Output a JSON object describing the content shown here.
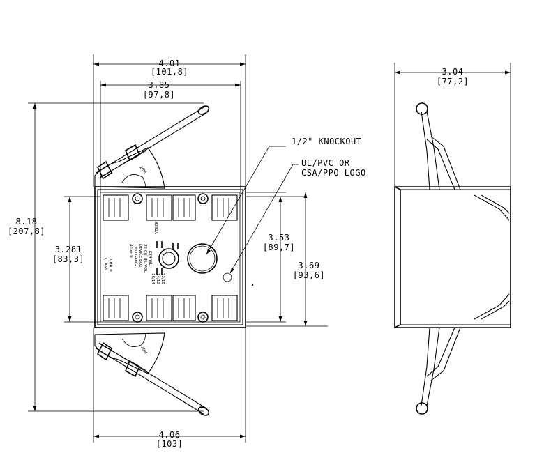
{
  "dimensions": {
    "top_outer": {
      "in": "4.01",
      "mm": "[101,8]"
    },
    "top_inner": {
      "in": "3.85",
      "mm": "[97,8]"
    },
    "overall_height": {
      "in": "8.18",
      "mm": "[207,8]"
    },
    "left_inner_height": {
      "in": "3.281",
      "mm": "[83,3]"
    },
    "right_inner_height": {
      "in": "3.53",
      "mm": "[89,7]"
    },
    "right_outer_height": {
      "in": "3.69",
      "mm": "[93,6]"
    },
    "bottom_width": {
      "in": "4.06",
      "mm": "[103]"
    },
    "side_depth": {
      "in": "3.04",
      "mm": "[77,2]"
    }
  },
  "callouts": {
    "knockout": "1/2\" KNOCKOUT",
    "logo_line1": "UL/PVC OR",
    "logo_line2": "CSA/PPO LOGO"
  },
  "box_markings": {
    "class_line1": "CLASS",
    "class_line2": "2-HR ®",
    "brand": "Allied®",
    "line1": "TWO GANG",
    "line2": "DEVICE BOX",
    "line3": "32 CU. IN. VOL.",
    "line4": "E24 WL",
    "gauges_1": "16/14",
    "gauges_2": "14/12",
    "gauges_3": "12/10",
    "part_no": "8232A",
    "bracket_top": "20M",
    "bracket_bottom": "20M"
  }
}
